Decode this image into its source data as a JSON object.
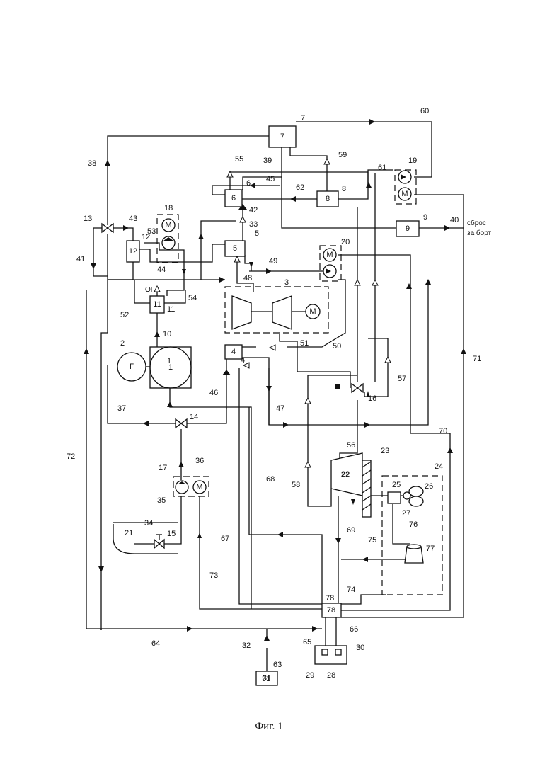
{
  "caption": "Фиг. 1",
  "annotations": {
    "discharge_line1": "сброс",
    "discharge_line2": "за борт",
    "exhaust_gas": "ОГ"
  },
  "blocks": {
    "b1": "1",
    "b2": "Г",
    "b4": "4",
    "b5": "5",
    "b6": "6",
    "b7": "7",
    "b8": "8",
    "b9": "9",
    "b11": "11",
    "b12": "12",
    "b22": "22",
    "b31": "31",
    "b78": "78",
    "motor": "M"
  },
  "labels": [
    "1",
    "2",
    "3",
    "4",
    "5",
    "6",
    "7",
    "8",
    "9",
    "10",
    "11",
    "12",
    "13",
    "14",
    "15",
    "16",
    "17",
    "18",
    "19",
    "20",
    "21",
    "22",
    "23",
    "24",
    "25",
    "26",
    "27",
    "28",
    "29",
    "30",
    "31",
    "32",
    "33",
    "34",
    "35",
    "36",
    "37",
    "38",
    "39",
    "40",
    "41",
    "42",
    "43",
    "44",
    "45",
    "46",
    "47",
    "48",
    "49",
    "50",
    "51",
    "52",
    "53",
    "54",
    "55",
    "56",
    "57",
    "58",
    "59",
    "60",
    "61",
    "62",
    "63",
    "64",
    "65",
    "66",
    "67",
    "68",
    "69",
    "70",
    "71",
    "72",
    "73",
    "74",
    "75",
    "76",
    "77",
    "78"
  ]
}
